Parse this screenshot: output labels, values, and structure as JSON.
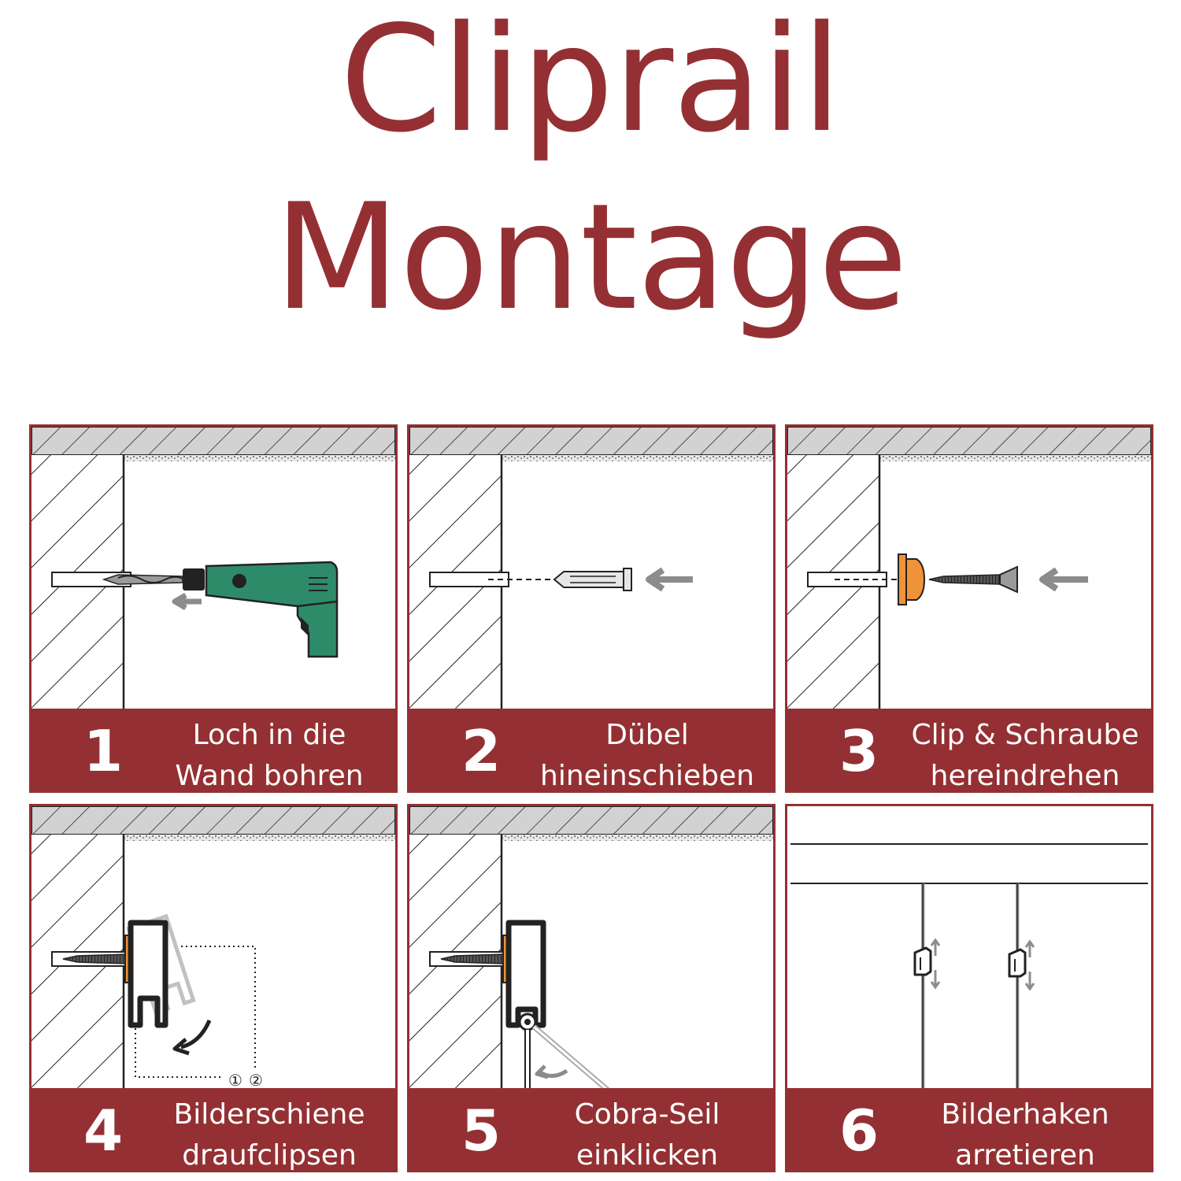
{
  "title": {
    "line1": "Cliprail",
    "line2": "Montage"
  },
  "colors": {
    "accent": "#943033",
    "drill": "#2e8b6a",
    "clip": "#f0923a",
    "arrow": "#8c8c8c"
  },
  "steps": [
    {
      "number": "1",
      "line1": "Loch in die",
      "line2": "Wand bohren",
      "icon": "drill-icon"
    },
    {
      "number": "2",
      "line1": "Dübel",
      "line2": "hineinschieben",
      "icon": "wall-plug-icon"
    },
    {
      "number": "3",
      "line1": "Clip & Schraube",
      "line2": "hereindrehen",
      "icon": "screw-clip-icon"
    },
    {
      "number": "4",
      "line1": "Bilderschiene",
      "line2": "draufclipsen",
      "icon": "rail-clip-icon"
    },
    {
      "number": "5",
      "line1": "Cobra-Seil",
      "line2": "einklicken",
      "icon": "cable-click-icon"
    },
    {
      "number": "6",
      "line1": "Bilderhaken",
      "line2": "arretieren",
      "icon": "picture-hook-icon"
    }
  ],
  "step4_markers": [
    "①",
    "②"
  ]
}
